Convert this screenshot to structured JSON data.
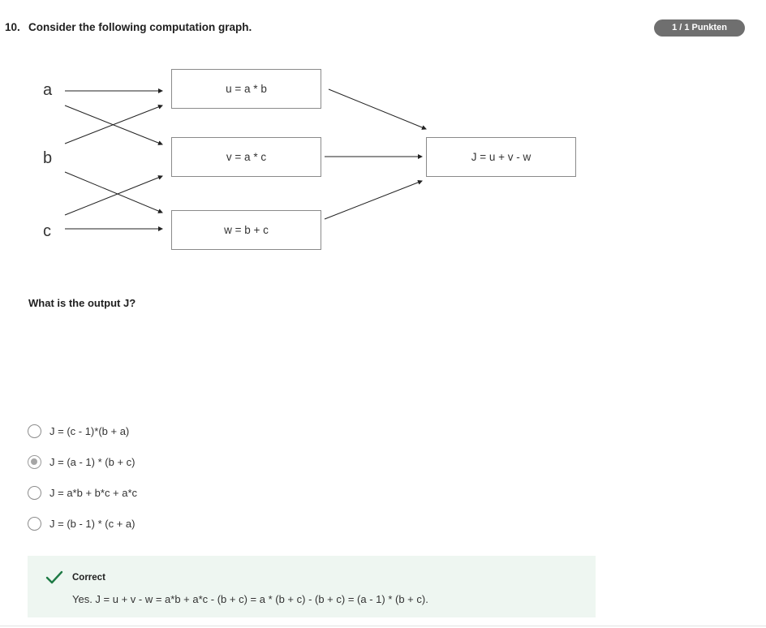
{
  "question": {
    "number": "10.",
    "title": "Consider the following computation graph.",
    "points": "1 / 1 Punkten",
    "prompt": "What is the output J?"
  },
  "graph": {
    "inputs": [
      "a",
      "b",
      "c"
    ],
    "nodes": {
      "u": "u = a * b",
      "v": "v = a * c",
      "w": "w = b + c",
      "j": "J = u + v - w"
    }
  },
  "options": [
    {
      "label": "J = (c - 1)*(b + a)",
      "selected": false
    },
    {
      "label": "J = (a - 1) * (b + c)",
      "selected": true
    },
    {
      "label": "J = a*b + b*c + a*c",
      "selected": false
    },
    {
      "label": "J = (b - 1) * (c + a)",
      "selected": false
    }
  ],
  "feedback": {
    "status": "Correct",
    "explanation": "Yes. J = u + v - w = a*b + a*c - (b + c) = a * (b + c) - (b + c) = (a - 1) * (b + c).",
    "icon": "check-icon",
    "color": "#1e7a45",
    "background": "#eef6f1"
  },
  "colors": {
    "badge": "#6f6f6f",
    "text": "#1f1f1f"
  }
}
